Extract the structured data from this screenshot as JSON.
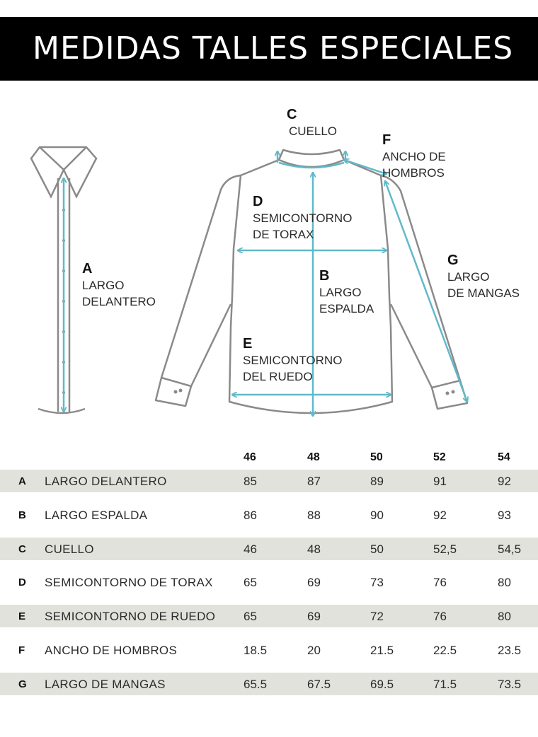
{
  "header": {
    "title": "MEDIDAS TALLES ESPECIALES"
  },
  "labels": {
    "A": {
      "letter": "A",
      "text": "LARGO\nDELANTERO"
    },
    "B": {
      "letter": "B",
      "text": "LARGO\nESPALDA"
    },
    "C": {
      "letter": "C",
      "text": "CUELLO"
    },
    "D": {
      "letter": "D",
      "text": "SEMICONTORNO\nDE TORAX"
    },
    "E": {
      "letter": "E",
      "text": "SEMICONTORNO\nDEL RUEDO"
    },
    "F": {
      "letter": "F",
      "text": "ANCHO DE\n   HOMBROS"
    },
    "G": {
      "letter": "G",
      "text": "LARGO\nDE MANGAS"
    }
  },
  "colors": {
    "arrow": "#5fb9c9",
    "outline": "#8a8a8a",
    "row_shade": "#e2e2dc",
    "header_bg": "#000000"
  },
  "table": {
    "sizes": [
      "46",
      "48",
      "50",
      "52",
      "54"
    ],
    "rows": [
      {
        "letter": "A",
        "name": "LARGO DELANTERO",
        "values": [
          "85",
          "87",
          "89",
          "91",
          "92"
        ]
      },
      {
        "letter": "B",
        "name": "LARGO ESPALDA",
        "values": [
          "86",
          "88",
          "90",
          "92",
          "93"
        ]
      },
      {
        "letter": "C",
        "name": "CUELLO",
        "values": [
          "46",
          "48",
          "50",
          "52,5",
          "54,5"
        ]
      },
      {
        "letter": "D",
        "name": "SEMICONTORNO DE TORAX",
        "values": [
          "65",
          "69",
          "73",
          "76",
          "80"
        ]
      },
      {
        "letter": "E",
        "name": "SEMICONTORNO DE RUEDO",
        "values": [
          "65",
          "69",
          "72",
          "76",
          "80"
        ]
      },
      {
        "letter": "F",
        "name": "ANCHO DE HOMBROS",
        "values": [
          "18.5",
          "20",
          "21.5",
          "22.5",
          "23.5"
        ]
      },
      {
        "letter": "G",
        "name": "LARGO DE MANGAS",
        "values": [
          "65.5",
          "67.5",
          "69.5",
          "71.5",
          "73.5"
        ]
      }
    ]
  }
}
